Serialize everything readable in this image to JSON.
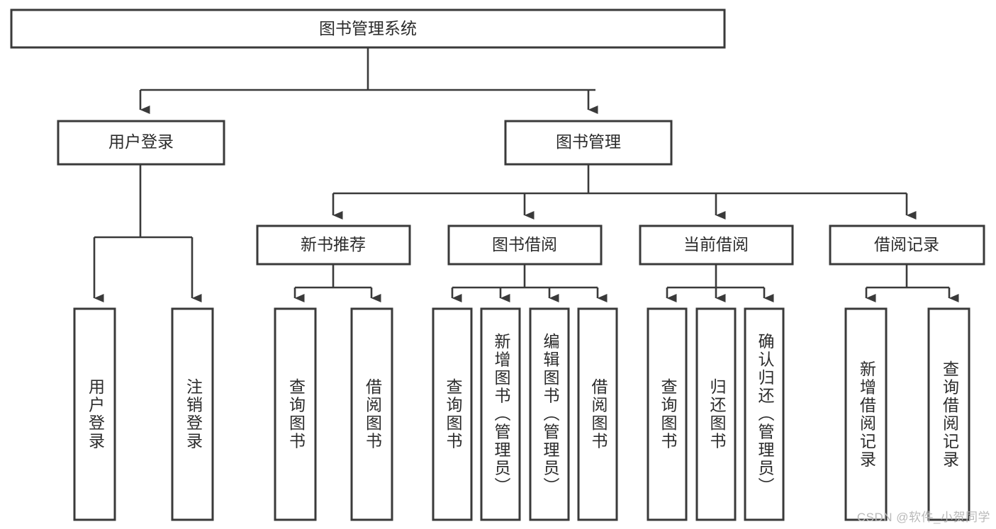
{
  "diagram": {
    "type": "tree",
    "title": "图书管理系统",
    "orientation": "top-down",
    "colors": {
      "box_stroke": "#3a3a3a",
      "box_fill": "#ffffff",
      "connector": "#3a3a3a",
      "text": "#2b2b2b",
      "background": "#ffffff",
      "watermark": "#b9b9b9"
    },
    "root": {
      "label": "图书管理系统"
    },
    "level2": [
      {
        "label": "用户登录"
      },
      {
        "label": "图书管理"
      }
    ],
    "level3": [
      {
        "label": "新书推荐"
      },
      {
        "label": "图书借阅"
      },
      {
        "label": "当前借阅"
      },
      {
        "label": "借阅记录"
      }
    ],
    "leaves_user_login": [
      {
        "label": "用户登录"
      },
      {
        "label": "注销登录"
      }
    ],
    "leaves_new_book": [
      {
        "label": "查询图书"
      },
      {
        "label": "借阅图书"
      }
    ],
    "leaves_borrow": [
      {
        "label": "查询图书"
      },
      {
        "label": "新增图书（管理员）"
      },
      {
        "label": "编辑图书（管理员）"
      },
      {
        "label": "借阅图书"
      }
    ],
    "leaves_current": [
      {
        "label": "查询图书"
      },
      {
        "label": "归还图书"
      },
      {
        "label": "确认归还（管理员）"
      }
    ],
    "leaves_record": [
      {
        "label": "新增借阅记录"
      },
      {
        "label": "查询借阅记录"
      }
    ]
  },
  "watermark": {
    "text": "CSDN @软件_小贺同学"
  }
}
